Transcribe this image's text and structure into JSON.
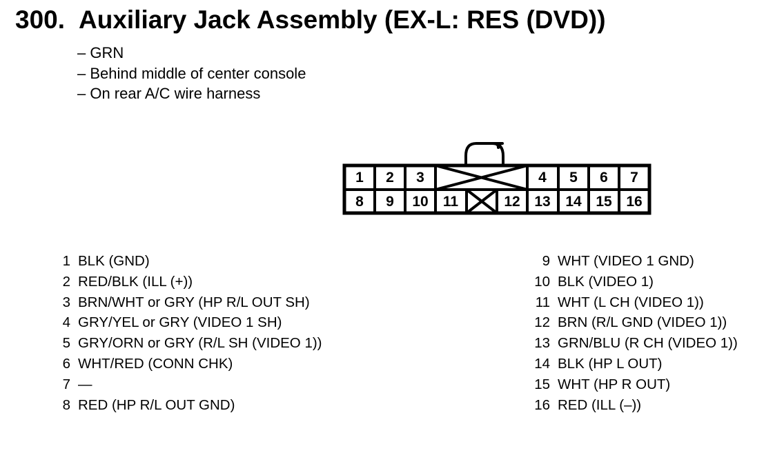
{
  "header": {
    "number": "300.",
    "title": "Auxiliary Jack Assembly (EX-L: RES (DVD))"
  },
  "notes": [
    "– GRN",
    "– Behind middle of center console",
    "– On rear A/C wire harness"
  ],
  "connector": {
    "top_row": [
      "1",
      "2",
      "3",
      "4",
      "5",
      "6",
      "7"
    ],
    "bottom_row": [
      "8",
      "9",
      "10",
      "11",
      "12",
      "13",
      "14",
      "15",
      "16"
    ]
  },
  "pins_left": [
    {
      "pin": "1",
      "desc": "BLK (GND)"
    },
    {
      "pin": "2",
      "desc": "RED/BLK (ILL (+))"
    },
    {
      "pin": "3",
      "desc": "BRN/WHT or GRY (HP R/L OUT SH)"
    },
    {
      "pin": "4",
      "desc": "GRY/YEL or GRY (VIDEO 1 SH)"
    },
    {
      "pin": "5",
      "desc": "GRY/ORN or GRY (R/L SH (VIDEO 1))"
    },
    {
      "pin": "6",
      "desc": "WHT/RED (CONN CHK)"
    },
    {
      "pin": "7",
      "desc": "—"
    },
    {
      "pin": "8",
      "desc": "RED (HP R/L OUT GND)"
    }
  ],
  "pins_right": [
    {
      "pin": "9",
      "desc": "WHT (VIDEO 1 GND)"
    },
    {
      "pin": "10",
      "desc": "BLK (VIDEO 1)"
    },
    {
      "pin": "11",
      "desc": "WHT (L CH (VIDEO 1))"
    },
    {
      "pin": "12",
      "desc": "BRN (R/L GND (VIDEO 1))"
    },
    {
      "pin": "13",
      "desc": "GRN/BLU (R CH (VIDEO 1))"
    },
    {
      "pin": "14",
      "desc": "BLK (HP L OUT)"
    },
    {
      "pin": "15",
      "desc": "WHT (HP R OUT)"
    },
    {
      "pin": "16",
      "desc": "RED (ILL (–))"
    }
  ]
}
